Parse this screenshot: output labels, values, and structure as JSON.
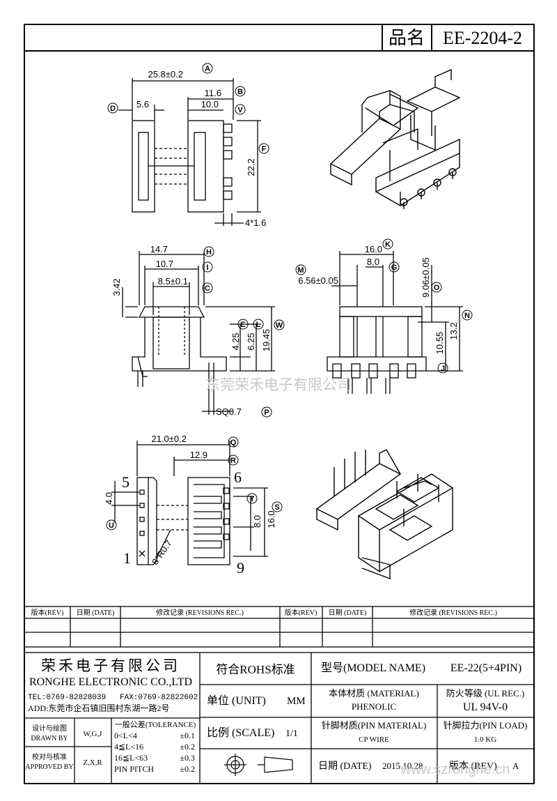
{
  "header": {
    "part_label": "品名",
    "part_number": "EE-2204-2"
  },
  "dims": {
    "top": {
      "d_a": "25.8±0.2",
      "d_b": "11.6",
      "d_v": "10.0",
      "d_d": "5.6",
      "d_f": "22.2",
      "d_pin": "4*1.6"
    },
    "side": {
      "d_h": "14.7",
      "d_i": "10.7",
      "d_c": "8.5±0.1",
      "d_342": "3.42",
      "d_e": "4.25",
      "d_l": "6.25",
      "d_w": "19.45",
      "d_p": "SQ0.7"
    },
    "front": {
      "d_k": "16.0",
      "d_g": "8.0",
      "d_m": "6.56±0.05",
      "d_o": "9.06±0.05",
      "d_j": "10.55",
      "d_n": "13.2"
    },
    "bottom": {
      "d_q": "21.0±0.2",
      "d_r": "12.9",
      "d_u": "4.0",
      "d_y": "8.0",
      "d_s": "16.0",
      "d_r07": "8*R0.7",
      "pin5": "5",
      "pin6": "6",
      "pin1": "1",
      "pin9": "9"
    },
    "letters": {
      "A": "A",
      "B": "B",
      "D": "D",
      "V": "V",
      "F": "F",
      "H": "H",
      "I": "I",
      "C": "C",
      "E": "E",
      "L": "L",
      "W": "W",
      "P": "P",
      "K": "K",
      "G": "G",
      "M": "M",
      "O": "O",
      "N": "N",
      "J": "J",
      "Q": "Q",
      "R": "R",
      "U": "U",
      "Y": "Y",
      "S": "S"
    }
  },
  "watermark": "东莞荣禾电子有限公司",
  "watermark_url": "www.szronghe.cn",
  "revisions": {
    "col_rev": "版本(REV)",
    "col_date": "日期 (DATE)",
    "col_rec": "修改记录 (REVISIONS REC.)"
  },
  "titleblock": {
    "company_cn": "荣禾电子有限公司",
    "company_en": "RONGHE ELECTRONIC CO.,LTD",
    "tel": "TEL:0769-82828039",
    "fax": "FAX:0769-82822602",
    "address": "ADD:东莞市企石镇旧围村东湖一路2号",
    "rohs": "符合ROHS标准",
    "model_label": "型号(MODEL NAME)",
    "model_value": "EE-22(5+4PIN)",
    "unit_label": "单位 (UNIT)",
    "unit_value": "MM",
    "material_label": "本体材质 (MATERIAL)",
    "material_value": "PHENOLIC",
    "ul_label": "防火等级 (UL REC.)",
    "ul_value": "UL 94V-0",
    "scale_label": "比例 (SCALE)",
    "scale_value": "1/1",
    "pin_material_label": "针脚材质(PIN MATERIAL)",
    "pin_material_value": "CP WIRE",
    "pin_load_label": "针脚拉力(PIN LOAD)",
    "pin_load_value": "1.0 KG",
    "drawn_label_cn": "设计与绘图",
    "drawn_label_en": "DRAWN BY",
    "drawn_value": "W,G,J",
    "approved_label_cn": "校对与核准",
    "approved_label_en": "APPROVED BY",
    "approved_value": "Z,X,R",
    "tol_title": "一般公差(TOLERANCE)",
    "tol_rows": [
      {
        "range": "0<L<4",
        "val": "±0.1"
      },
      {
        "range": "4≦L<16",
        "val": "±0.2"
      },
      {
        "range": "16≦L<63",
        "val": "±0.3"
      },
      {
        "range": "PIN PITCH",
        "val": "±0.2"
      }
    ],
    "date_label": "日期 (DATE)",
    "date_value": "2015.10.28",
    "rev_label": "版本 (REV)",
    "rev_value": "A"
  }
}
